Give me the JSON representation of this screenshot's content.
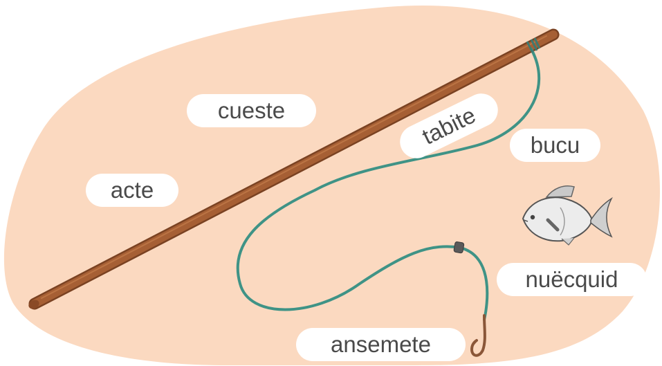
{
  "labels": {
    "cueste": "cueste",
    "acte": "acte",
    "tabite": "tabite",
    "bucu": "bucu",
    "nuecquid": "nuëcquid",
    "ansemete": "ansemete"
  },
  "colors": {
    "background_blob": "#fbd9c0",
    "rod": "#9a5630",
    "line": "#3f9386",
    "float": "#5a5a5a",
    "hook": "#8a5638",
    "fish": "#ececec",
    "label_bg": "#ffffff",
    "label_text": "#4a4a4a"
  },
  "icons": [
    "fishing-rod-icon",
    "fishing-line-icon",
    "float-icon",
    "hook-icon",
    "fish-icon"
  ]
}
